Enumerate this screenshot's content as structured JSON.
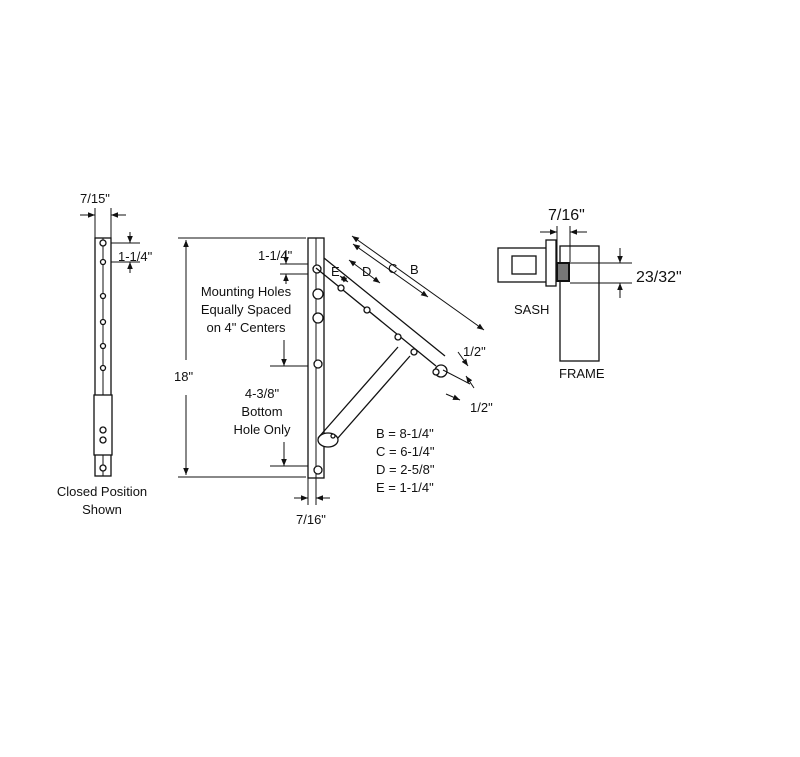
{
  "closed_view": {
    "width_label": "7/15\"",
    "top_hole_label": "1-1/4\"",
    "caption_line1": "Closed Position",
    "caption_line2": "Shown"
  },
  "open_view": {
    "height_label": "18\"",
    "top_label": "1-1/4\"",
    "mounting_line1": "Mounting Holes",
    "mounting_line2": "Equally Spaced",
    "mounting_line3": "on 4\" Centers",
    "bottom_line1": "4-3/8\"",
    "bottom_line2": "Bottom",
    "bottom_line3": "Hole Only",
    "base_width_label": "7/16\"",
    "arm_letters": [
      "E",
      "D",
      "C",
      "B"
    ],
    "arm_width_label_1": "1/2\"",
    "arm_width_label_2": "1/2\"",
    "dimensions": [
      "B = 8-1/4\"",
      "C = 6-1/4\"",
      "D = 2-5/8\"",
      "E = 1-1/4\""
    ]
  },
  "section_view": {
    "gap_label": "7/16\"",
    "thickness_label": "23/32\"",
    "sash_label": "SASH",
    "frame_label": "FRAME"
  }
}
